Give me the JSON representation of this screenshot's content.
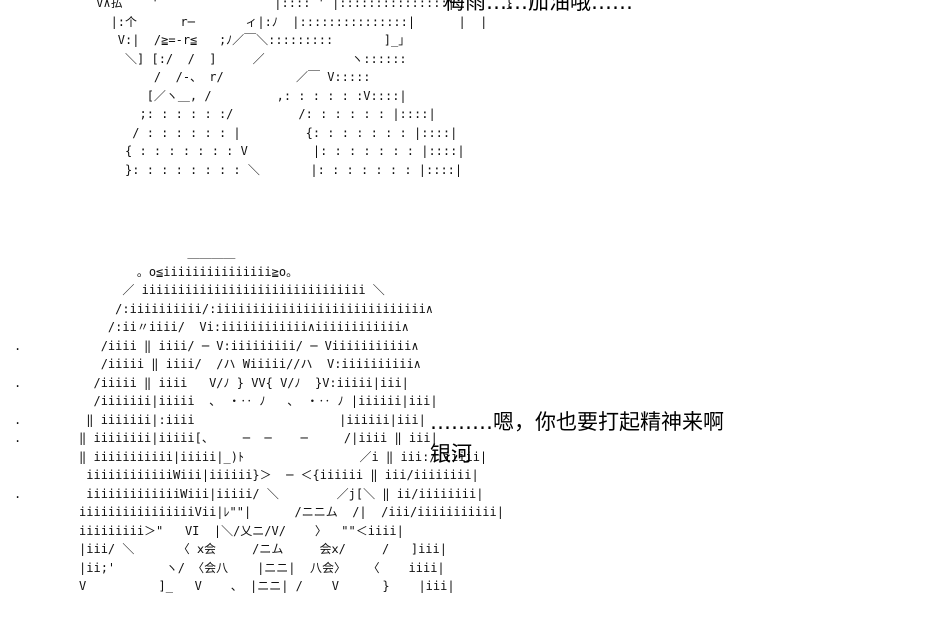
{
  "top_panel": {
    "art_lines": [
      "     V∧払    '                |:::: ' |:::::::::::::::|       }  |",
      "       |:个      r─       ィ|:ﾉ  |:::::::::::::::|      |  |",
      "        V:|  /≧=-r≦   ;ﾉ／￣＼:::::::::       ]_」",
      "         ＼] [:/  /  ]     ／            ヽ::::::",
      "             /  /-、 r/          ／￣ V:::::",
      "            [／ヽ＿, /         ,: : : : : :V::::|",
      "           ;: : : : : :/         /: : : : : : |::::|",
      "          / : : : : : : |         {: : : : : : : |::::|",
      "         { : : : : : : : V         |: : : : : : : |::::|",
      "         }: : : : : : : : ＼       |: : : : : : : |::::|"
    ],
    "dialogue": "梅雨……加油哦……"
  },
  "bottom_panel": {
    "art_lines": [
      "                        ＿＿＿＿",
      "                 。o≦iiiiiiiiiiiiiii≧o。",
      "               ／ iiiiiiiiiiiiiiiiiiiiiiiiiiiiiii ＼",
      "              /:iiiiiiiiii/:iiiiiiiiiiiiiiiiiiiiiiiiiiiii∧",
      "             /:ii〃iiii/  Vi:iiiiiiiiiiii∧iiiiiiiiiiii∧",
      ".           /iiii ‖ iiii/ ─ V:iiiiiiiii/ ─ Viiiiiiiiiii∧",
      "            /iiiii ‖ iiii/  /ハ Wiiiii//ハ  V:iiiiiiiiii∧",
      ".          /iiiii ‖ iiii   V/ﾉ } VV{ V/ﾉ  }V:iiiii|iii|",
      "           /iiiiiii|iiiii  、 ・‥ ﾉ   、 ・‥ ﾉ |iiiiii|iii|",
      ".         ‖ iiiiiii|:iiii                    |iiiiii|iii|",
      ".        ‖ iiiiiiii|iiiii[、    ─  ─    ─     /|iiii ‖ iii|",
      "         ‖ iiiiiiiiiii|iiiii|_)ﾄ                ／i ‖ iii:/:iiiii|",
      "          iiiiiiiiiiiiWiii|iiiiii}＞  ─ ＜{iiiiii ‖ iii/iiiiiiii|",
      ".         iiiiiiiiiiiiiWiii|iiiii/ ＼        ／j[＼ ‖ ii/iiiiiiii|",
      "         iiiiiiiiiiiiiiiiVii|ﾚ\"\"|      /ニニム  /|  /iii/iiiiiiiiiii|",
      "         iiiiiiiii＞\"   VI  |＼/乂ニ/V/    〉  \"\"＜iiii|",
      "         |iii/ ＼      〈 ⅹ会     /ニム     会ⅹ/     /   ]iii|",
      "         |ii;'       ヽ/ 〈会八    |ニニ|  八会〉   〈    iiii|",
      "         V          ]_   V    、 |ニニ| /    V      }    |iii|"
    ],
    "dialogue_lines": [
      "………嗯，你也要打起精神来啊",
      "银河"
    ]
  }
}
